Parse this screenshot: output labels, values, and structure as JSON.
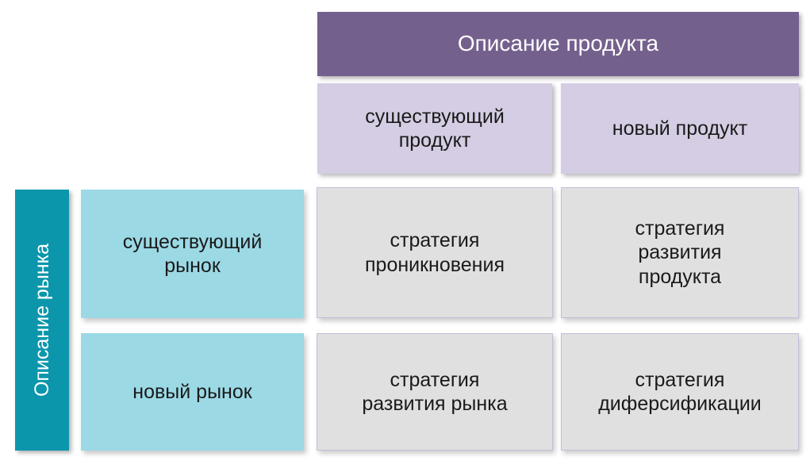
{
  "diagram": {
    "type": "ansoff-matrix",
    "column_group": {
      "label": "Описание продукта",
      "background": "#74608D",
      "text_color": "#FFFFFF"
    },
    "row_group": {
      "label": "Описание рынка",
      "background": "#0B96AC",
      "text_color": "#FFFFFF",
      "orientation": "vertical-bottom-to-top"
    },
    "columns": [
      {
        "label": "существующий\nпродукт",
        "background": "#D5CDE3"
      },
      {
        "label": "новый продукт",
        "background": "#D5CDE3"
      }
    ],
    "rows": [
      {
        "label": "существующий\nрынок",
        "background": "#9BD9E5"
      },
      {
        "label": "новый рынок",
        "background": "#9BD9E5"
      }
    ],
    "cells": [
      [
        {
          "label": "стратегия\nпроникновения",
          "background": "#E0E0E0"
        },
        {
          "label": "стратегия\nразвития\nпродукта",
          "background": "#E0E0E0"
        }
      ],
      [
        {
          "label": "стратегия\nразвития рынка",
          "background": "#E0E0E0"
        },
        {
          "label": "стратегия\nдиферсификации",
          "background": "#E0E0E0"
        }
      ]
    ]
  }
}
